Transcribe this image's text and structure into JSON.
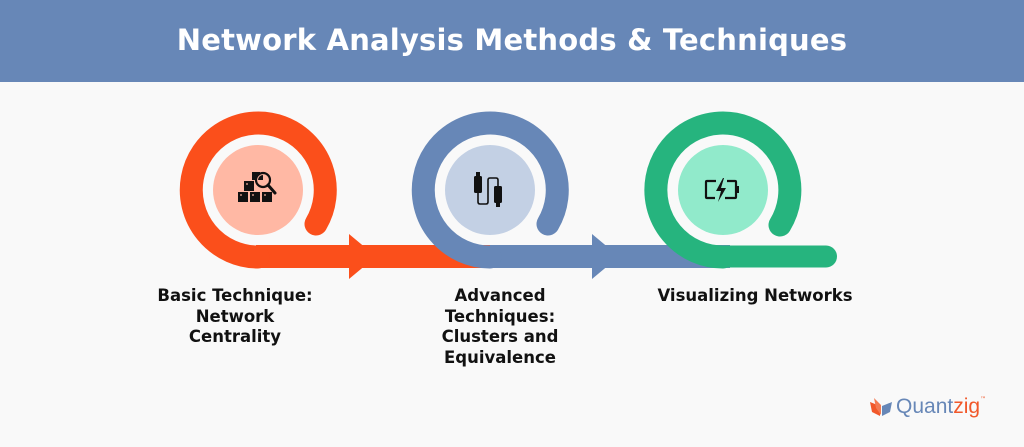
{
  "header": {
    "title": "Network Analysis Methods & Techniques"
  },
  "colors": {
    "header_bg": "#6787b7",
    "step1": "#fb4f1b",
    "step1_fill": "#ffb8a4",
    "step2": "#6787b7",
    "step2_fill": "#c3d0e4",
    "step3": "#26b47e",
    "step3_fill": "#91eacb"
  },
  "steps": [
    {
      "label": "Basic Technique: Network Centrality",
      "icon": "boxes-magnifier-icon"
    },
    {
      "label": "Advanced Techniques: Clusters and Equivalence",
      "icon": "cable-connector-icon"
    },
    {
      "label": "Visualizing Networks",
      "icon": "battery-charging-icon"
    }
  ],
  "logo": {
    "word_part1": "Quant",
    "word_part2": "zig",
    "trademark": "™"
  }
}
